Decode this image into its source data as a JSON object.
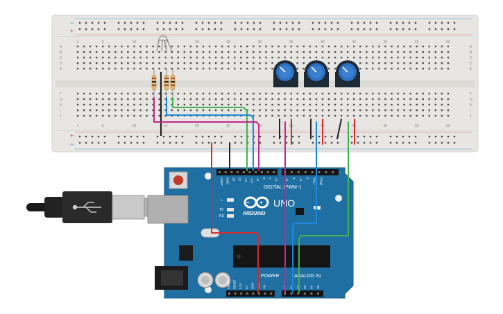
{
  "colors": {
    "breadboard": "#e6e4e0",
    "board": "#1f6fa3",
    "wire_green": "#3fb34f",
    "wire_blue": "#1e88d8",
    "wire_magenta": "#c2268a",
    "wire_red": "#d42a2a",
    "wire_black": "#222222",
    "pot_knob": "#2f6fbf"
  },
  "breadboard": {
    "column_numbers": [
      "1",
      "5",
      "10",
      "15",
      "20",
      "25",
      "30",
      "35",
      "40",
      "45",
      "50",
      "55",
      "60"
    ],
    "row_letters_top": [
      "A",
      "B",
      "C",
      "D",
      "E"
    ],
    "row_letters_bottom": [
      "F",
      "G",
      "H",
      "I",
      "J"
    ],
    "rail_plus": "+",
    "rail_minus": "−"
  },
  "arduino": {
    "brand": "ARDUINO",
    "model": "UNO",
    "digital_label": "DIGITAL (PWM~)",
    "power_label": "POWER",
    "analog_label": "ANALOG IN",
    "on_label": "ON",
    "led_l": "L",
    "led_tx": "TX",
    "led_rx": "RX",
    "top_pins": [
      "AREF",
      "GND",
      "13",
      "12",
      "~11",
      "~10",
      "~9",
      "8",
      "7",
      "~6",
      "~5",
      "4",
      "~3",
      "2",
      "TX▸1",
      "RX◂0"
    ],
    "power_pins": [
      "IOREF",
      "RESET",
      "3.3V",
      "5V",
      "GND",
      "GND",
      "Vin"
    ],
    "analog_pins": [
      "A0",
      "A1",
      "A2",
      "A3",
      "A4",
      "A5"
    ]
  },
  "components": {
    "potentiometers": 3,
    "resistors": 3,
    "rgb_led": 1
  }
}
